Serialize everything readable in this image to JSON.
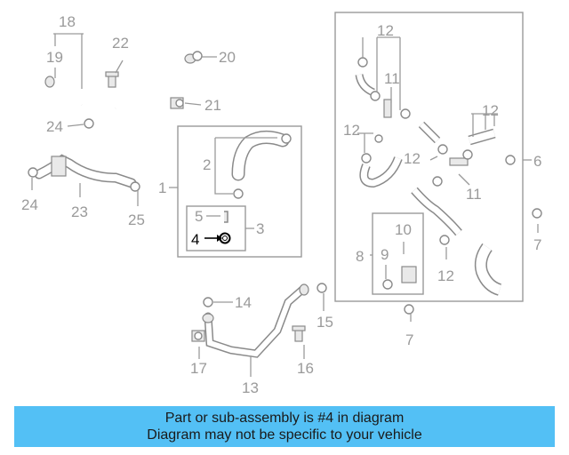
{
  "diagram": {
    "highlight_color": "#000000",
    "callout_color": "#9a9a9a",
    "callouts": {
      "c1": "1",
      "c2": "2",
      "c3": "3",
      "c4": "4",
      "c5": "5",
      "c6": "6",
      "c7a": "7",
      "c7b": "7",
      "c8": "8",
      "c9": "9",
      "c10": "10",
      "c11a": "11",
      "c11b": "11",
      "c12a": "12",
      "c12b": "12",
      "c12c": "12",
      "c12d": "12",
      "c12e": "12",
      "c13": "13",
      "c14": "14",
      "c15": "15",
      "c16": "16",
      "c17": "17",
      "c18": "18",
      "c19": "19",
      "c20": "20",
      "c21": "21",
      "c22": "22",
      "c23": "23",
      "c24a": "24",
      "c24b": "24",
      "c25": "25"
    },
    "highlighted_part": "4"
  },
  "banner": {
    "background": "#53c0f5",
    "line1": "Part or sub-assembly is #4 in diagram",
    "line2": "Diagram may not be specific to your vehicle"
  }
}
